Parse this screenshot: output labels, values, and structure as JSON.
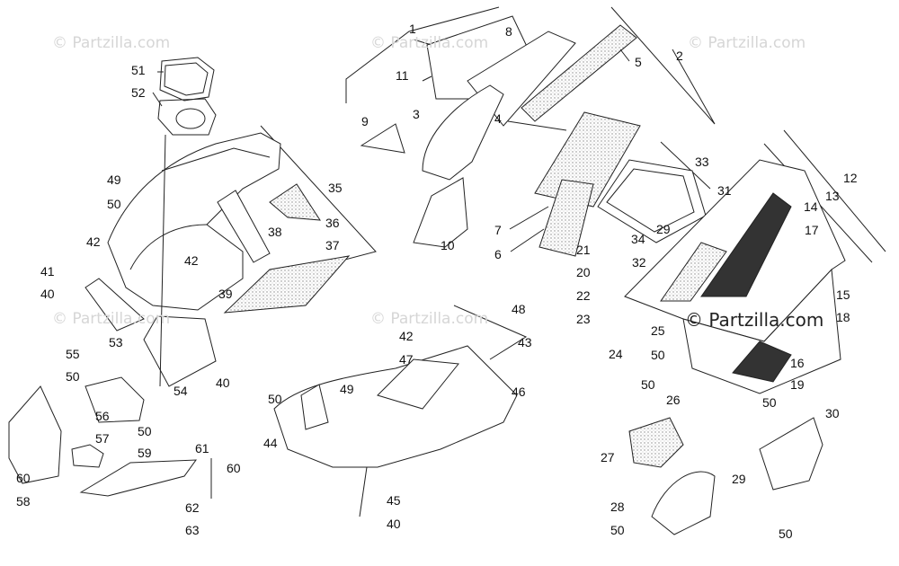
{
  "diagram": {
    "watermark_text": "© Partzilla.com",
    "callouts": [
      "1",
      "2",
      "3",
      "4",
      "5",
      "6",
      "7",
      "8",
      "9",
      "10",
      "11",
      "12",
      "13",
      "14",
      "15",
      "16",
      "17",
      "18",
      "19",
      "20",
      "21",
      "22",
      "23",
      "24",
      "25",
      "26",
      "27",
      "28",
      "29",
      "29",
      "30",
      "31",
      "32",
      "33",
      "34",
      "35",
      "36",
      "37",
      "38",
      "39",
      "40",
      "40",
      "40",
      "41",
      "42",
      "42",
      "42",
      "43",
      "44",
      "45",
      "46",
      "47",
      "48",
      "49",
      "49",
      "50",
      "50",
      "50",
      "50",
      "50",
      "50",
      "50",
      "50",
      "50",
      "51",
      "52",
      "53",
      "54",
      "55",
      "56",
      "57",
      "58",
      "59",
      "60",
      "60",
      "61",
      "62",
      "63"
    ],
    "colors": {
      "line": "#222222",
      "fill": "#ffffff",
      "watermark": "#d6d6d6",
      "stipple": "#bdbdbd"
    }
  }
}
